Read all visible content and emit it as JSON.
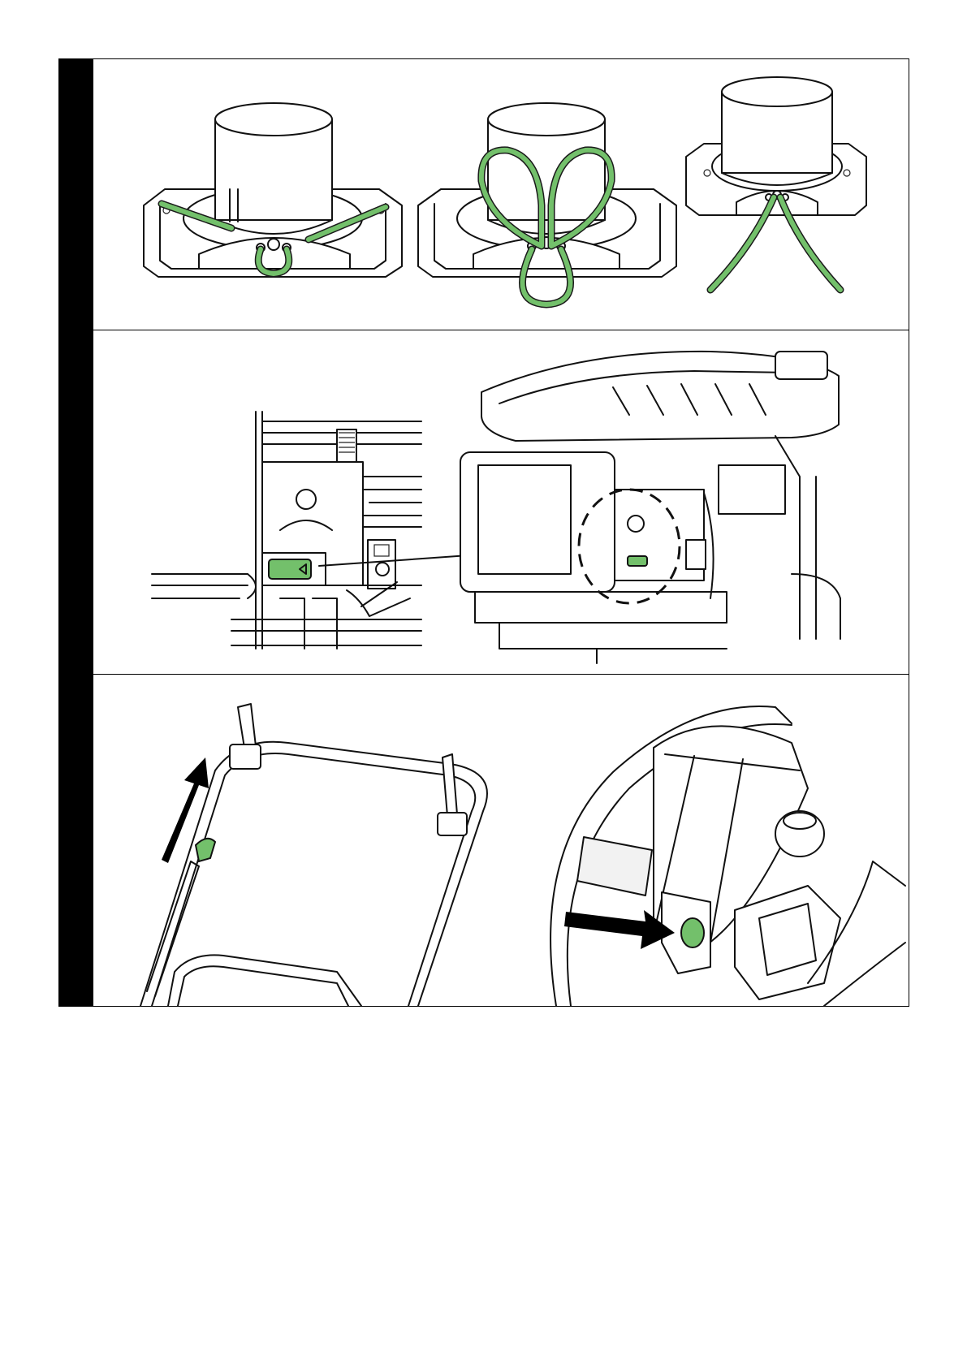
{
  "colors": {
    "accent_green": "#73c06b",
    "ink": "#111111",
    "sidebar": "#000000",
    "paper": "#ffffff"
  },
  "figures": [
    {
      "name": "cord-wrap-steps",
      "icons": [
        "bag-collar-icon",
        "cord-loop-icon"
      ]
    },
    {
      "name": "engine-fuel-indicator",
      "icons": [
        "engine-icon",
        "magnifier-callout-icon"
      ]
    },
    {
      "name": "handle-and-outlet",
      "icons": [
        "handle-icon",
        "arrow-up-icon",
        "arrow-right-icon",
        "green-button-icon"
      ]
    }
  ]
}
